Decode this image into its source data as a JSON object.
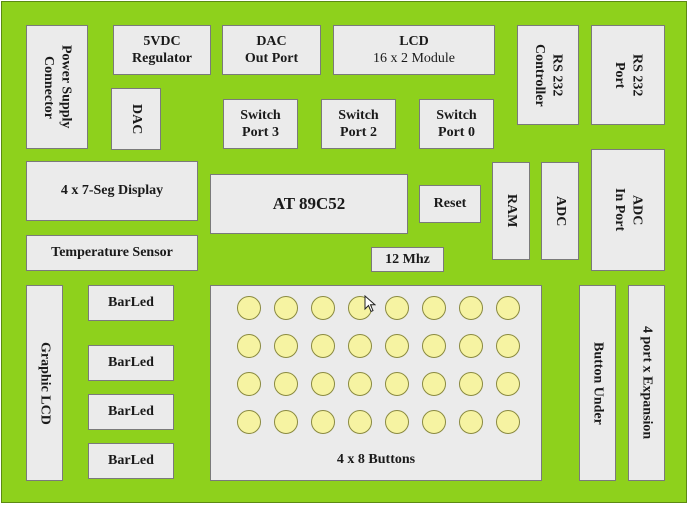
{
  "colors": {
    "board": "#8ed11c",
    "block": "#ebebeb",
    "led": "#f6f3a2"
  },
  "blocks": {
    "power_supply": "Power Supply\nConnector",
    "regulator": "5VDC\nRegulator",
    "dac_out": "DAC\nOut Port",
    "lcd_title": "LCD",
    "lcd_sub": "16 x 2 Module",
    "rs232_controller": "RS 232\nController",
    "rs232_port": "RS 232\nPort",
    "dac": "DAC",
    "switch3": "Switch\nPort 3",
    "switch2": "Switch\nPort 2",
    "switch0": "Switch\nPort 0",
    "seg_display": "4 x 7-Seg Display",
    "mcu": "AT 89C52",
    "reset": "Reset",
    "ram": "RAM",
    "adc": "ADC",
    "adc_in": "ADC\nIn Port",
    "temp_sensor": "Temperature Sensor",
    "crystal": "12 Mhz",
    "graphic_lcd": "Graphic LCD",
    "barled1": "BarLed",
    "barled2": "BarLed",
    "barled3": "BarLed",
    "barled4": "BarLed",
    "buttons": "4 x 8 Buttons",
    "button_under": "Button Under",
    "expansion": "4 port x Expansion"
  },
  "button_grid": {
    "rows": 4,
    "cols": 8
  }
}
